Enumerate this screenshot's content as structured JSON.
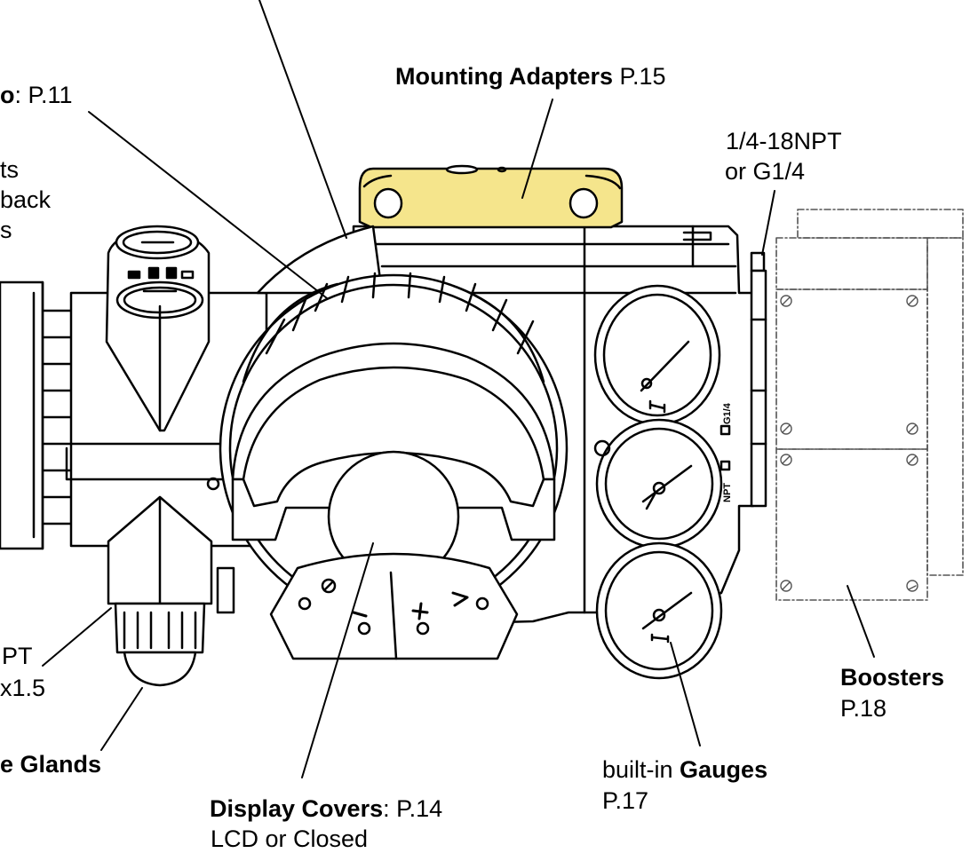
{
  "labels": {
    "mounting_adapters": {
      "bold": "Mounting Adapters",
      "page": "P.15"
    },
    "tr_port_line1": "1/4-18NPT",
    "tr_port_line2": "or G1/4",
    "left_top_bold_fragment": "o",
    "left_top_rest": ": P.11",
    "left_frag_1": "ts",
    "left_frag_2": "back",
    "left_frag_3": "s",
    "left_port_line1": "PT",
    "left_port_line2": "x1.5",
    "cable_glands_bold": "e Glands",
    "display_covers": {
      "bold": "Display Covers",
      "page": ": P.14",
      "line2": "LCD or Closed"
    },
    "gauges": {
      "prefix": "built-in ",
      "bold": "Gauges",
      "page": "P.17"
    },
    "boosters": {
      "bold": "Boosters",
      "page": "P.18"
    },
    "block_marks": {
      "npt": "NPT",
      "g14": "G1/4"
    }
  },
  "colors": {
    "line": "#000000",
    "adapter_fill": "#f5e58c",
    "booster_outline": "#555555",
    "background": "#ffffff"
  }
}
